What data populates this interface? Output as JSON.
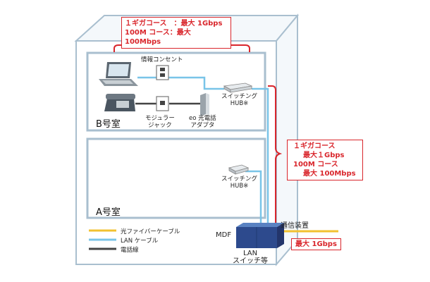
{
  "top_label": {
    "line1": "１ギガコース　：最大 1Gbps",
    "line2": "100M コース：最大 100Mbps"
  },
  "side_label": {
    "line1": "１ギガコース",
    "line2": "最大１Gbps",
    "line3": "100M コース",
    "line4": "最大 100Mbps"
  },
  "rooms": {
    "b": "B号室",
    "a": "A号室"
  },
  "devices": {
    "info_outlet": "情報コンセント",
    "modular_jack_1": "モジュラー",
    "modular_jack_2": "ジャック",
    "eo_adapter_1": "eo 光電話",
    "eo_adapter_2": "アダプタ",
    "hub_b_1": "スイッチング",
    "hub_b_2": "HUB※",
    "hub_a_1": "スイッチング",
    "hub_a_2": "HUB※",
    "mdf": "MDF",
    "lan_switch_1": "LAN",
    "lan_switch_2": "スイッチ等",
    "comm_device": "通信装置",
    "max_1g": "最大 1Gbps"
  },
  "legend": {
    "fiber": "光ファイバーケーブル",
    "lan": "LAN ケーブル",
    "phone": "電話線"
  },
  "colors": {
    "fiber": "#f2c230",
    "lan": "#79c4e8",
    "phone": "#444444",
    "accent": "#d9262c",
    "building_line": "#8aa9bf"
  }
}
